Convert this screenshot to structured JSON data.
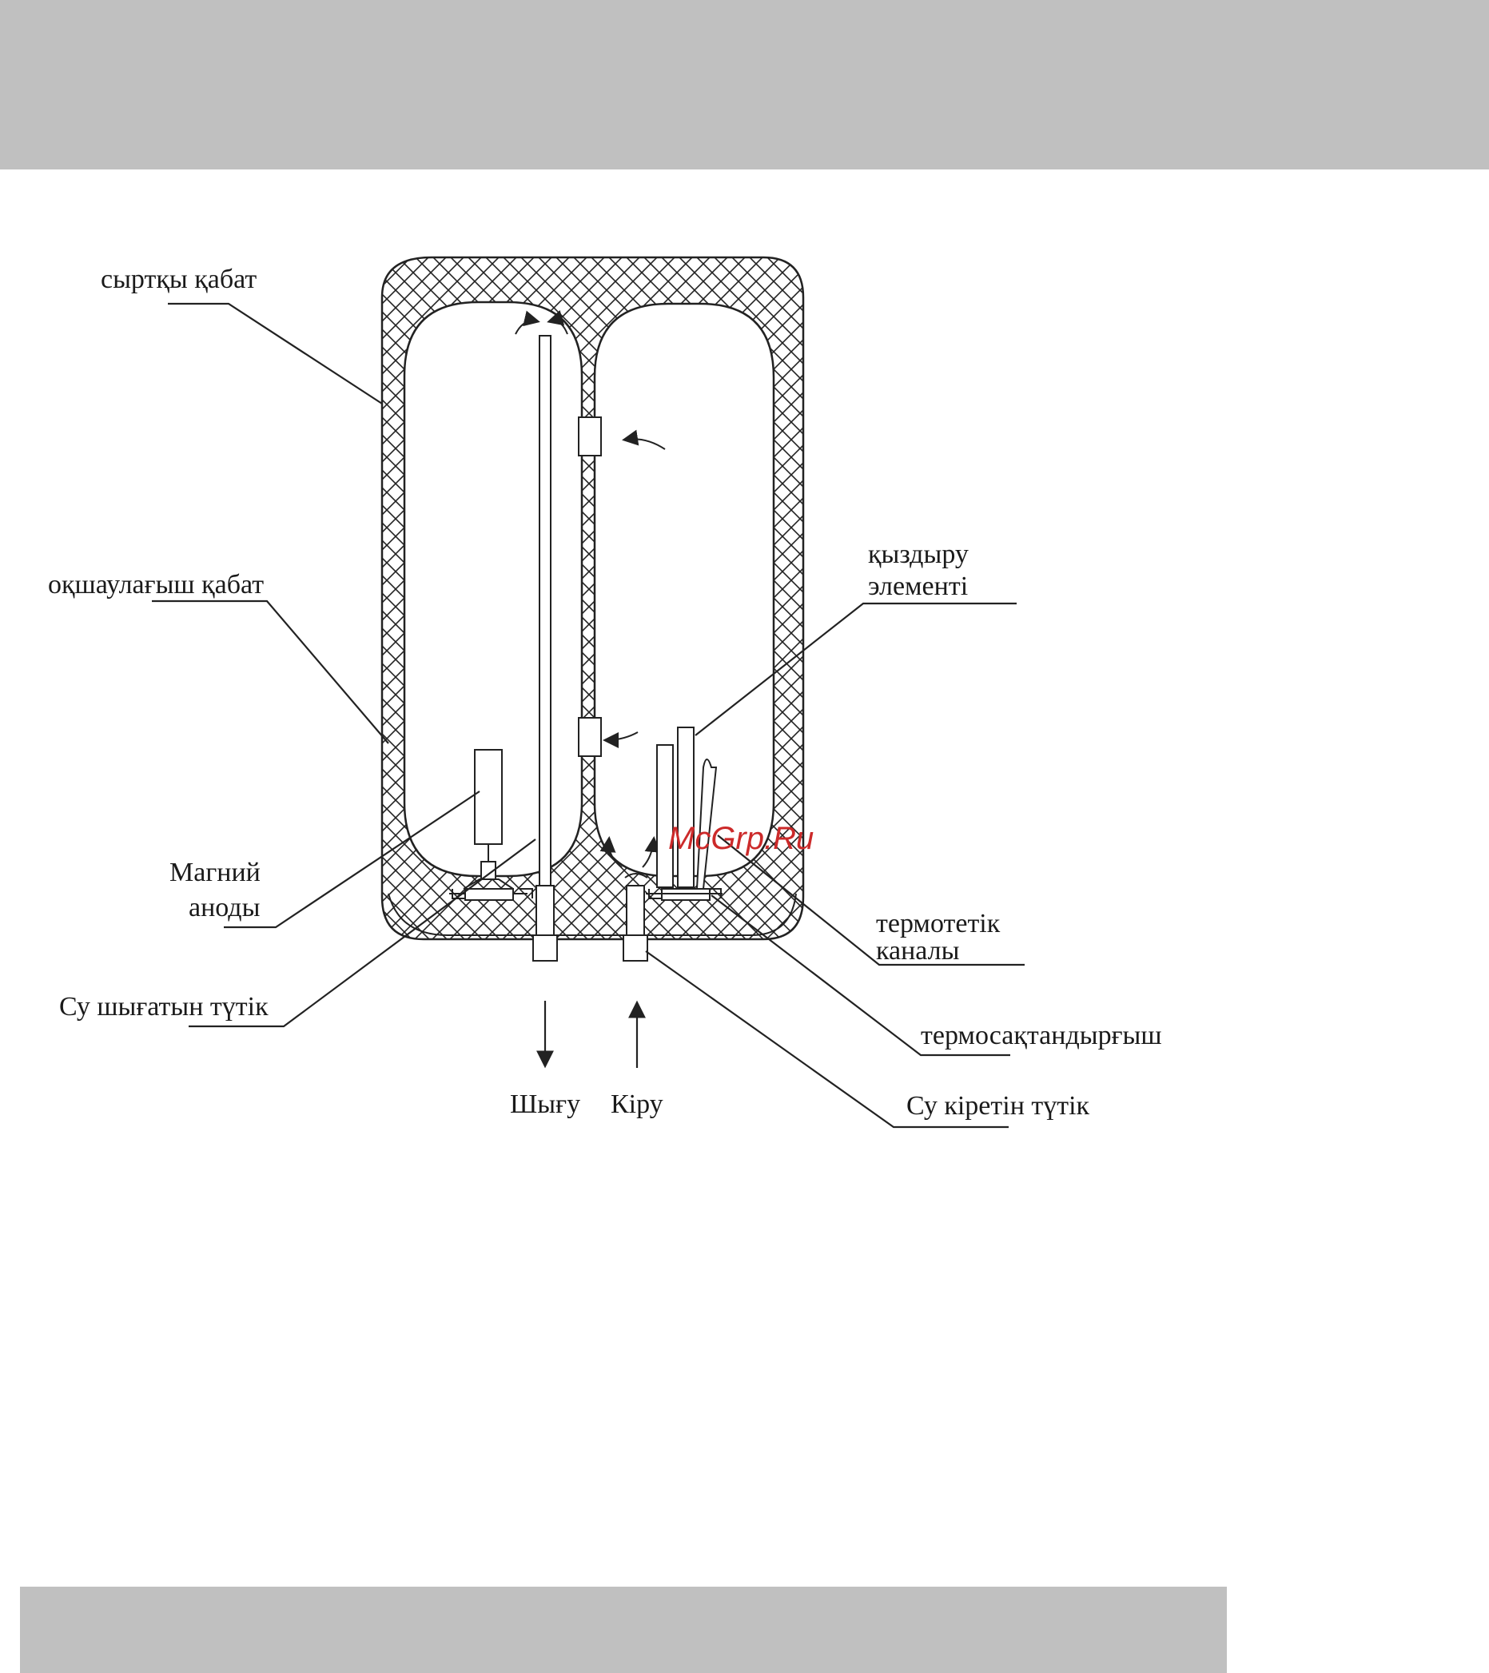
{
  "colors": {
    "band": "#c0c0c0",
    "ink": "#222222",
    "watermark": "#cc2a2a"
  },
  "labels": {
    "outer_layer": "сыртқы қабат",
    "insulation_layer": "оқшаулағыш қабат",
    "heating_element_1": "қыздыру",
    "heating_element_2": "элементі",
    "magnesium_anode_1": "Магний",
    "magnesium_anode_2": "аноды",
    "thermostat_channel_1": "термотетік",
    "thermostat_channel_2": "каналы",
    "outlet_pipe": "Су шығатын түтік",
    "thermal_fuse": "термосақтандырғыш",
    "inlet_pipe": "Су кіретін түтік",
    "outlet": "Шығу",
    "inlet": "Кіру"
  },
  "watermark": "McGrp.Ru"
}
